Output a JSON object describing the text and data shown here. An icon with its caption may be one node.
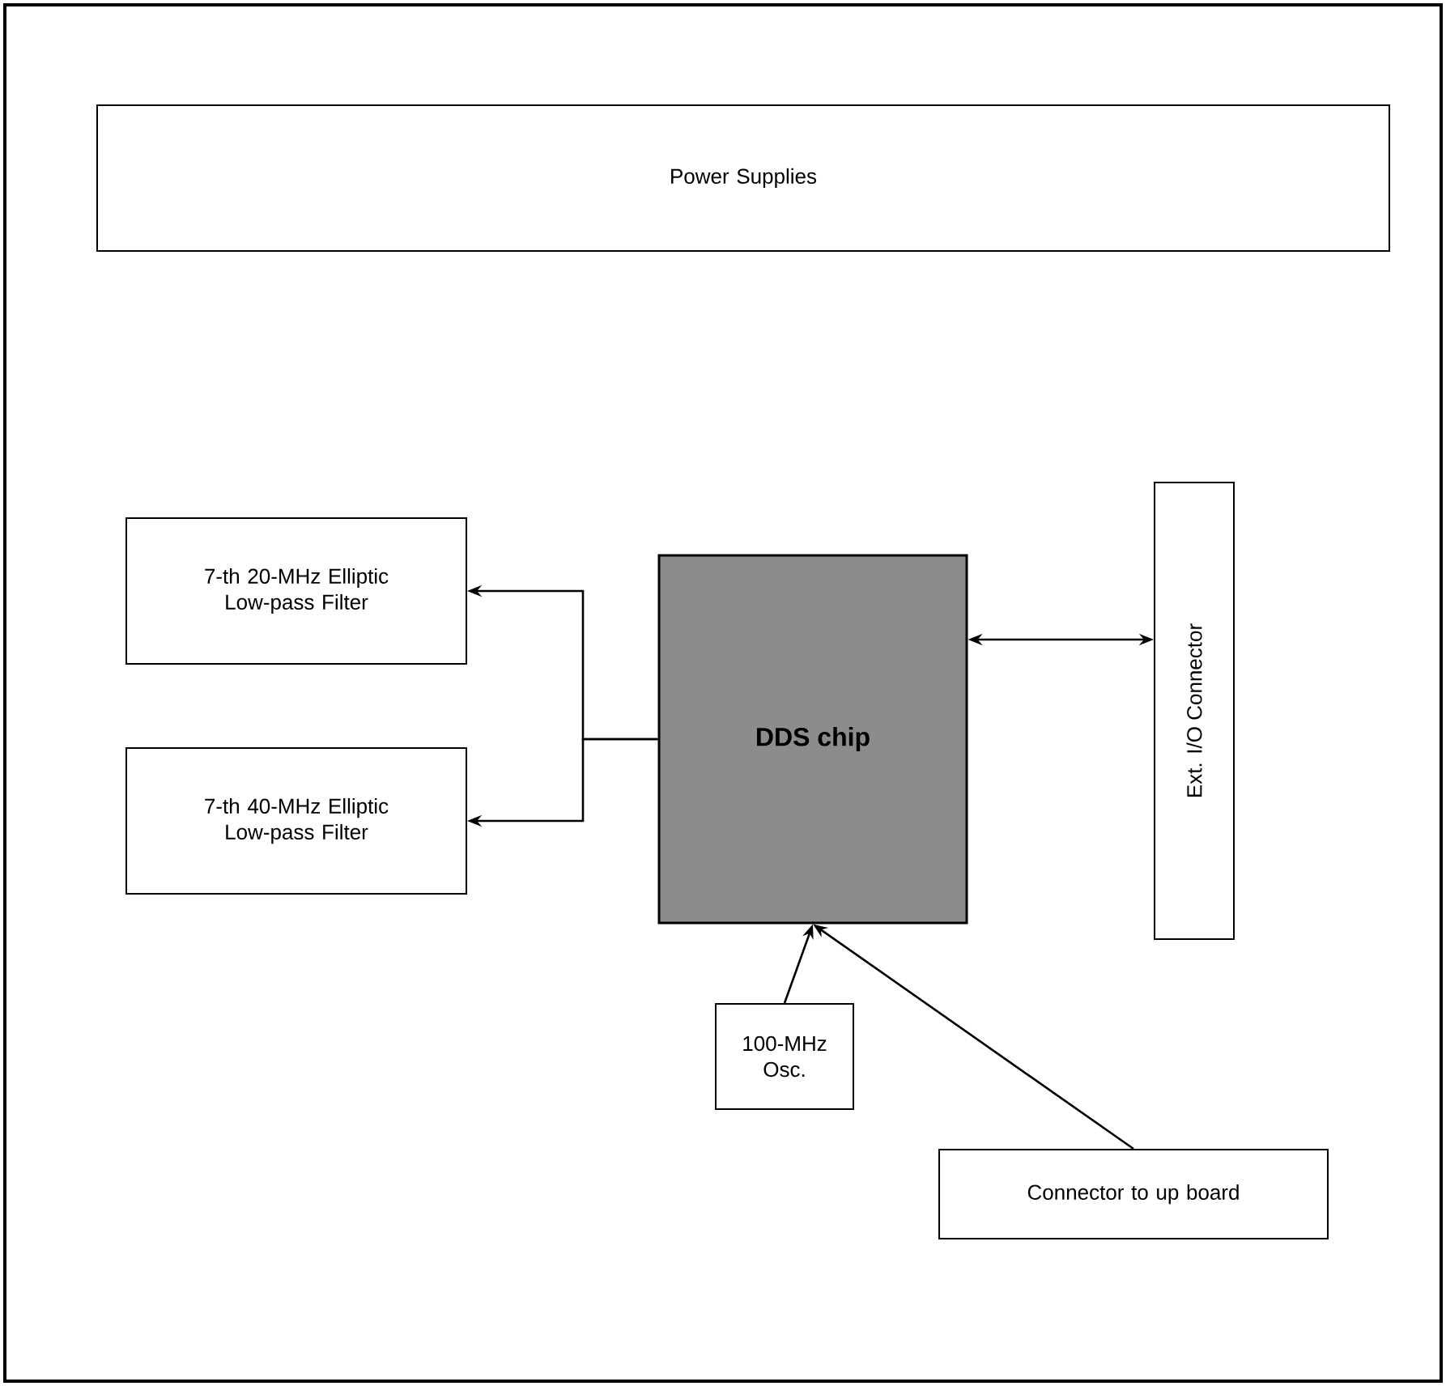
{
  "diagram": {
    "nodes": [
      {
        "text": [
          "Power Supplies"
        ]
      },
      {
        "text": [
          "7-th 20-MHz Elliptic Low-pass Filter"
        ]
      },
      {
        "text": [
          "7-th 40-MHz Elliptic Low-pass Filter"
        ]
      },
      {
        "text": [
          "DDS chip"
        ]
      },
      {
        "text": [
          "Ext. I/O Connector"
        ]
      },
      {
        "text": [
          "100-MHz Osc."
        ]
      },
      {
        "text": [
          "Connector to up board"
        ]
      }
    ],
    "edges": [
      {
        "from": 3,
        "to": 1,
        "arrow": "to"
      },
      {
        "from": 3,
        "to": 2,
        "arrow": "to"
      },
      {
        "from": 3,
        "to": 4,
        "arrow": "both"
      },
      {
        "from": 5,
        "to": 3,
        "arrow": "to"
      },
      {
        "from": 6,
        "to": 3,
        "arrow": "to"
      }
    ]
  }
}
